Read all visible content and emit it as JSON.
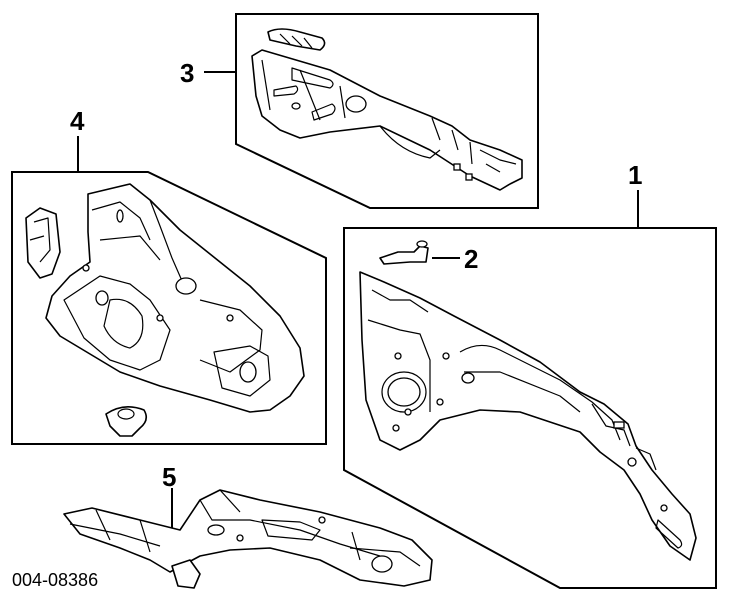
{
  "callouts": {
    "c1": "1",
    "c2": "2",
    "c3": "3",
    "c4": "4",
    "c5": "5"
  },
  "diagram_code": "004-08386"
}
